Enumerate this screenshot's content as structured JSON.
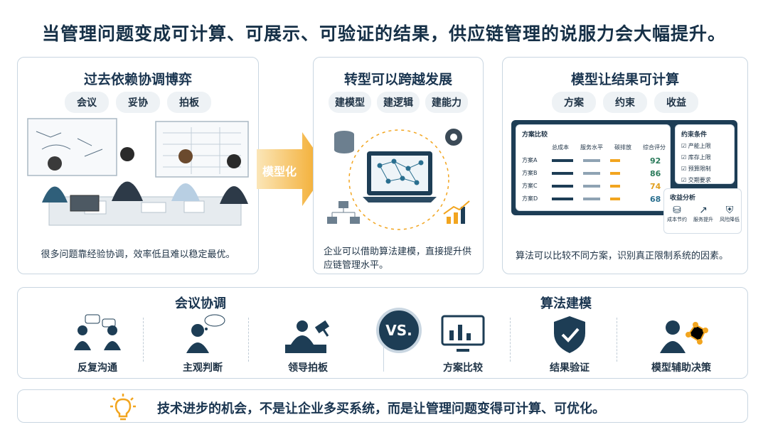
{
  "headline": "当管理问题变成可计算、可展示、可验证的结果，供应链管理的说服力会大幅提升。",
  "panels": [
    {
      "title": "过去依赖协调博弈",
      "tags": [
        "会议",
        "妥协",
        "拍板"
      ],
      "caption": "很多问题靠经验协调，效率低且难以稳定最优。"
    },
    {
      "title": "转型可以跨越发展",
      "tags": [
        "建模型",
        "建逻辑",
        "建能力"
      ],
      "caption": "企业可以借助算法建模，直接提升供应链管理水平。"
    },
    {
      "title": "模型让结果可计算",
      "tags": [
        "方案",
        "约束",
        "收益"
      ],
      "caption": "算法可以比较不同方案，识别真正限制系统的因素。"
    }
  ],
  "arrow_label": "模型化",
  "comparison": {
    "title": "方案比较",
    "columns": [
      "总成本",
      "服务水平",
      "碳排放",
      "综合评分"
    ],
    "rows": [
      {
        "name": "方案A",
        "score": "92"
      },
      {
        "name": "方案B",
        "score": "86"
      },
      {
        "name": "方案C",
        "score": "74"
      },
      {
        "name": "方案D",
        "score": "68"
      }
    ]
  },
  "constraints": {
    "title": "约束条件",
    "items": [
      "产能上限",
      "库存上限",
      "预算限制",
      "交期要求"
    ]
  },
  "benefits": {
    "title": "收益分析",
    "items": [
      "成本节约",
      "服务提升",
      "风险降低"
    ]
  },
  "bottom": {
    "left_title": "会议协调",
    "right_title": "算法建模",
    "vs": "VS.",
    "left_items": [
      "反复沟通",
      "主观判断",
      "领导拍板"
    ],
    "right_items": [
      "方案比较",
      "结果验证",
      "模型辅助决策"
    ]
  },
  "footer": "技术进步的机会，不是让企业多买系统，而是让管理问题变得可计算、可优化。",
  "colors": {
    "navy": "#1d3d55",
    "orange": "#f2a51f",
    "teal": "#2a6f8f"
  }
}
